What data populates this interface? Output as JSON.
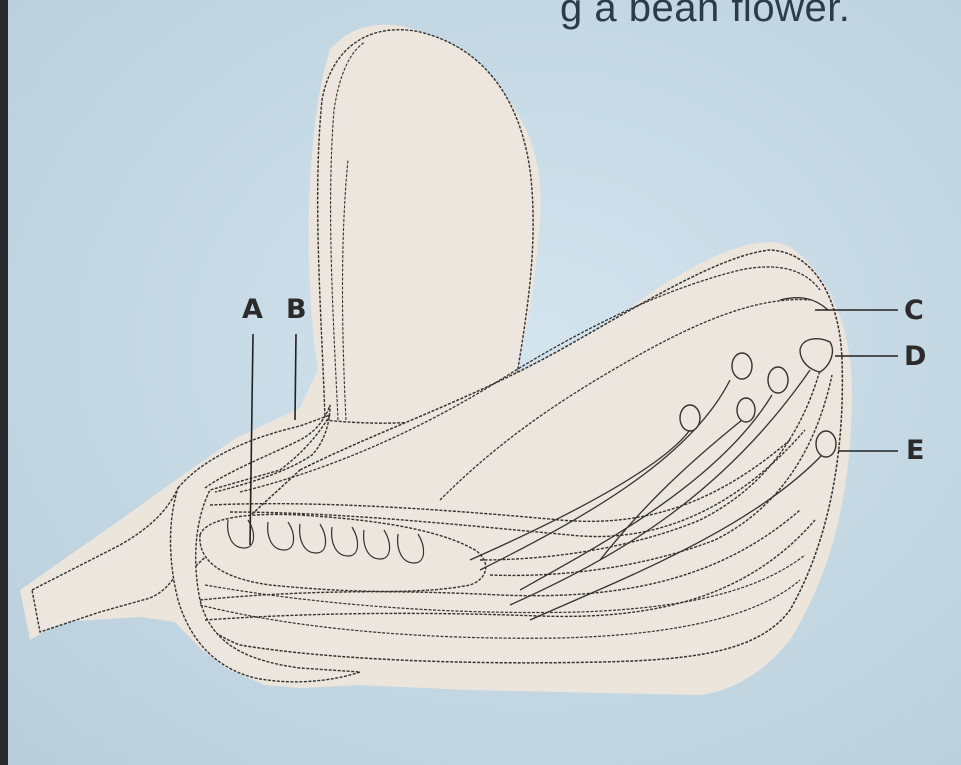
{
  "caption": "g a bean flower.",
  "labels": {
    "a": "A",
    "b": "B",
    "c": "C",
    "d": "D",
    "e": "E"
  },
  "colors": {
    "background": "#cbdde8",
    "petal_fill": "#ece6de",
    "outline": "#333333"
  }
}
